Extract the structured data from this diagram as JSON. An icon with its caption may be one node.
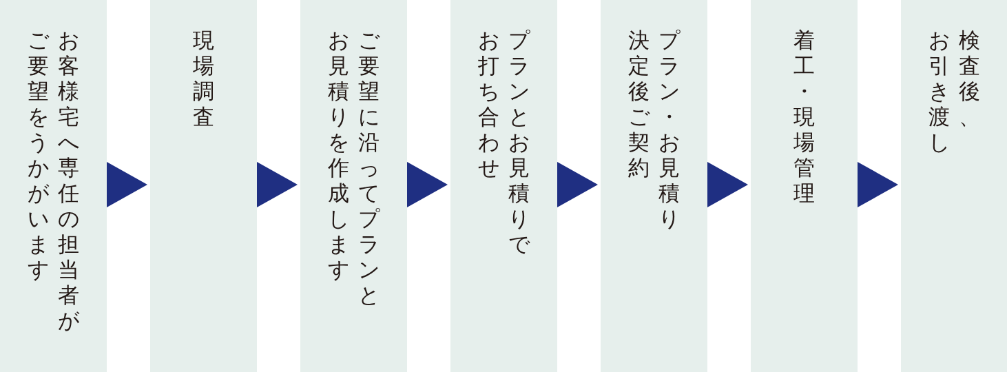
{
  "diagram": {
    "nodes": [
      {
        "text": [
          "お客様宅へ専任の担当者がご要望をうかがいます"
        ]
      },
      {
        "text": [
          "現場調査"
        ]
      },
      {
        "text": [
          "ご要望に沿ってプランとお見積りを作成します"
        ]
      },
      {
        "text": [
          "プランとお見積りでお打ち合わせ"
        ]
      },
      {
        "text": [
          "プラン・お見積り決定後ご契約"
        ]
      },
      {
        "text": [
          "着工・現場管理"
        ]
      },
      {
        "text": [
          "検査後、お引き渡し"
        ]
      }
    ],
    "edges": [
      {
        "from": 0,
        "to": 1,
        "arrow": "to"
      },
      {
        "from": 1,
        "to": 2,
        "arrow": "to"
      },
      {
        "from": 2,
        "to": 3,
        "arrow": "to"
      },
      {
        "from": 3,
        "to": 4,
        "arrow": "to"
      },
      {
        "from": 4,
        "to": 5,
        "arrow": "to"
      },
      {
        "from": 5,
        "to": 6,
        "arrow": "to"
      }
    ]
  }
}
